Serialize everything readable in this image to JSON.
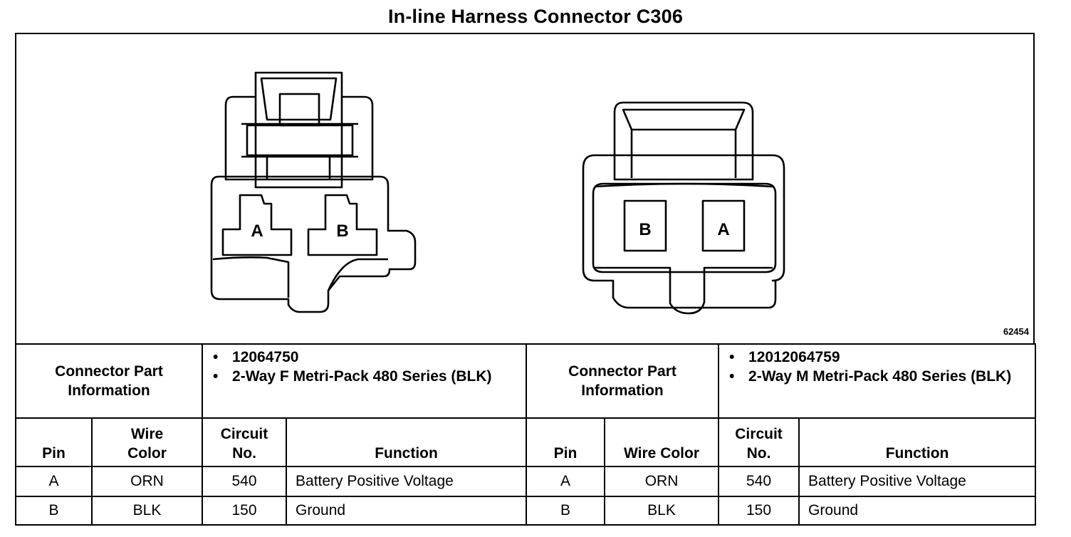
{
  "title": "In-line Harness Connector C306",
  "figure_id": "62454",
  "connectors": [
    {
      "cavities": [
        "A",
        "B"
      ],
      "info_label": "Connector Part Information",
      "part_info": [
        "12064750",
        "2-Way F Metri-Pack 480 Series (BLK)"
      ]
    },
    {
      "cavities": [
        "B",
        "A"
      ],
      "info_label": "Connector Part Information",
      "part_info": [
        "12012064759",
        "2-Way M Metri-Pack 480 Series (BLK)"
      ]
    }
  ],
  "pin_table": {
    "headers_left": [
      "Pin",
      "Wire Color",
      "Circuit No.",
      "Function"
    ],
    "headers_right": [
      "Pin",
      "Wire Color",
      "Circuit No.",
      "Function"
    ],
    "rows": [
      {
        "pin": "A",
        "wire_color": "ORN",
        "circuit": "540",
        "function": "Battery Positive Voltage"
      },
      {
        "pin": "B",
        "wire_color": "BLK",
        "circuit": "150",
        "function": "Ground"
      }
    ]
  }
}
